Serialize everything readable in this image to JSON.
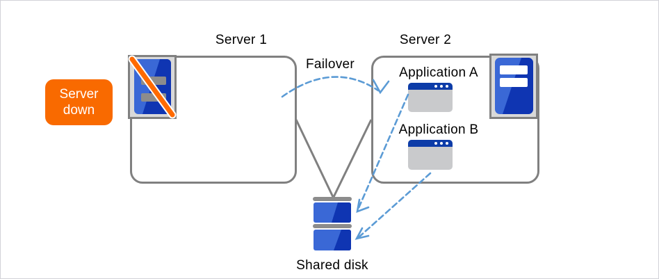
{
  "diagram": {
    "status_badge": {
      "line1": "Server",
      "line2": "down"
    },
    "servers": [
      {
        "label": "Server 1",
        "status": "down"
      },
      {
        "label": "Server 2",
        "status": "running"
      }
    ],
    "applications": [
      {
        "label": "Application A"
      },
      {
        "label": "Application B"
      }
    ],
    "failover_label": "Failover",
    "shared_disk_label": "Shared disk",
    "icons": [
      "server-down-icon",
      "server-icon",
      "app-window-icon",
      "shared-disk-icon"
    ],
    "colors": {
      "accent_orange": "#F96A00",
      "server_blue_dark": "#0F35B2",
      "server_blue_light": "#3A68D6",
      "arrow_blue": "#5B9BD5",
      "line_gray": "#808080",
      "titlebar_navy": "#0D3CA8"
    }
  }
}
